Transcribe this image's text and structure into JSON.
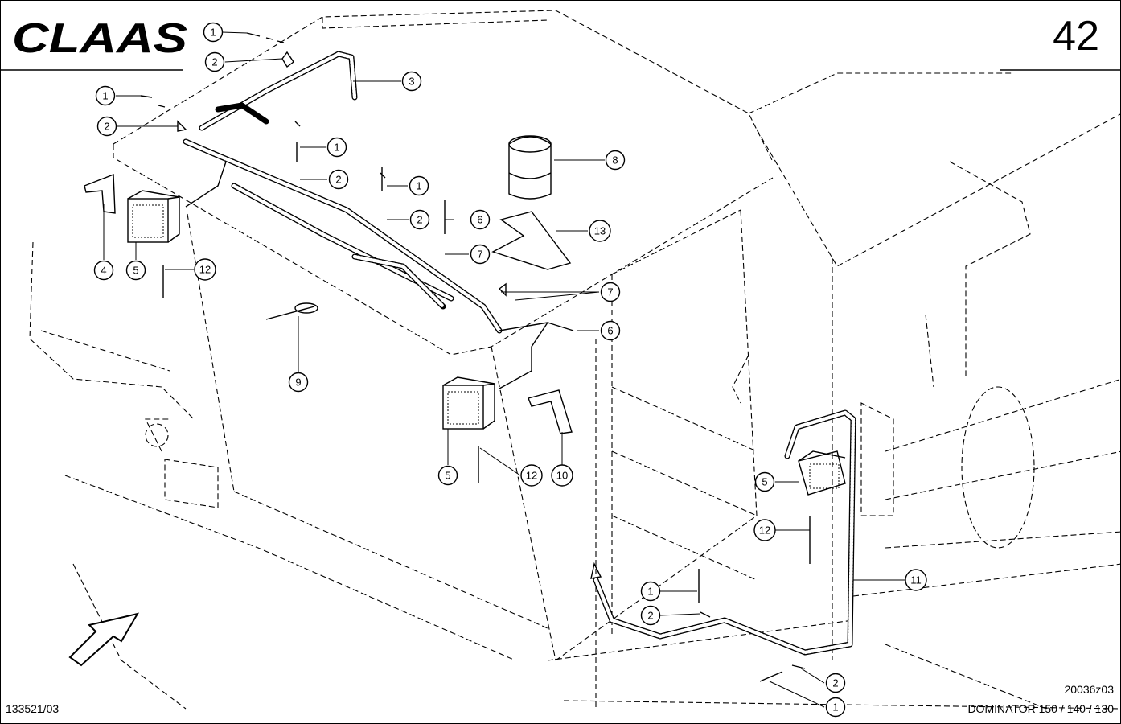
{
  "brand": {
    "logo_text": "CLAAS"
  },
  "page_number": "42",
  "footer": {
    "drawing_id": "133521/03",
    "figure_code": "20036z03",
    "model": "DOMINATOR 150 / 140 / 130"
  },
  "callouts": [
    {
      "id": "c1a",
      "label": "1"
    },
    {
      "id": "c2a",
      "label": "2"
    },
    {
      "id": "c3",
      "label": "3"
    },
    {
      "id": "c1b",
      "label": "1"
    },
    {
      "id": "c2b",
      "label": "2"
    },
    {
      "id": "c1c",
      "label": "1"
    },
    {
      "id": "c2c",
      "label": "2"
    },
    {
      "id": "c8",
      "label": "8"
    },
    {
      "id": "c1d",
      "label": "1"
    },
    {
      "id": "c2d",
      "label": "2"
    },
    {
      "id": "c6a",
      "label": "6"
    },
    {
      "id": "c13",
      "label": "13"
    },
    {
      "id": "c7a",
      "label": "7"
    },
    {
      "id": "c7b",
      "label": "7"
    },
    {
      "id": "c6b",
      "label": "6"
    },
    {
      "id": "c4",
      "label": "4"
    },
    {
      "id": "c5a",
      "label": "5"
    },
    {
      "id": "c12a",
      "label": "12"
    },
    {
      "id": "c9",
      "label": "9"
    },
    {
      "id": "c5b",
      "label": "5"
    },
    {
      "id": "c12b",
      "label": "12"
    },
    {
      "id": "c10",
      "label": "10"
    },
    {
      "id": "c5c",
      "label": "5"
    },
    {
      "id": "c12c",
      "label": "12"
    },
    {
      "id": "c11",
      "label": "11"
    },
    {
      "id": "c1e",
      "label": "1"
    },
    {
      "id": "c2e",
      "label": "2"
    },
    {
      "id": "c2f",
      "label": "2"
    },
    {
      "id": "c1f",
      "label": "1"
    }
  ]
}
